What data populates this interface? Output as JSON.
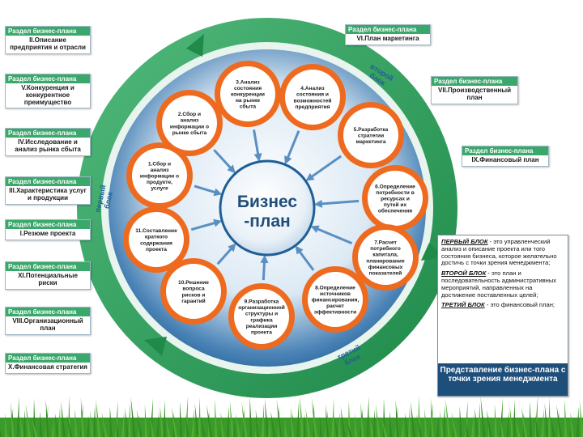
{
  "center": {
    "line1": "Бизнес",
    "line2": "-план"
  },
  "arc_labels": {
    "first": [
      "первый",
      "блок"
    ],
    "second": [
      "второй",
      "блок"
    ],
    "third": [
      "третий",
      "блок"
    ]
  },
  "steps": [
    {
      "lines": [
        "1.Сбор и",
        "анализ",
        "информации о",
        "продукте,",
        "услуге"
      ]
    },
    {
      "lines": [
        "2.Сбор и",
        "анализ",
        "информации о",
        "рынке сбыта"
      ]
    },
    {
      "lines": [
        "3.Анализ",
        "состояния",
        "конкуренции",
        "на рынке",
        "сбыта"
      ]
    },
    {
      "lines": [
        "4.Анализ",
        "состояния и",
        "возможностей",
        "предприятия"
      ]
    },
    {
      "lines": [
        "5.Разработка",
        "стратегии",
        "маркетинга"
      ]
    },
    {
      "lines": [
        "6.Определение",
        "потребности в",
        "ресурсах и",
        "путей их",
        "обеспечения"
      ]
    },
    {
      "lines": [
        "7.Расчет",
        "потребного",
        "капитала,",
        "планирование",
        "финансовых",
        "показателей"
      ]
    },
    {
      "lines": [
        "8.Определение",
        "источников",
        "финансирования,",
        "расчет",
        "эффективности"
      ]
    },
    {
      "lines": [
        "9.Разработка",
        "организационной",
        "структуры и",
        "графика",
        "реализации",
        "проекта"
      ]
    },
    {
      "lines": [
        "10.Решение",
        "вопроса",
        "рисков и",
        "гарантий"
      ]
    },
    {
      "lines": [
        "11.Составление",
        "краткого",
        "содержания",
        "проекта"
      ]
    }
  ],
  "sections": [
    {
      "header": "Раздел бизнес-плана",
      "body": "II.Описание предприятия и отрасли"
    },
    {
      "header": "Раздел бизнес-плана",
      "body": "V.Конкуренция и конкурентное преимущество"
    },
    {
      "header": "Раздел бизнес-плана",
      "body": "IV.Исследование и анализ рынка сбыта"
    },
    {
      "header": "Раздел бизнес-плана",
      "body": "III.Характеристика услуг и продукции"
    },
    {
      "header": "Раздел бизнес-плана",
      "body": "I.Резюме проекта"
    },
    {
      "header": "Раздел бизнес-плана",
      "body": "XI.Потенциальные риски"
    },
    {
      "header": "Раздел бизнес-плана",
      "body": "VIII.Организационный план"
    },
    {
      "header": "Раздел бизнес-плана",
      "body": "X.Финансовая стратегия"
    },
    {
      "header": "Раздел бизнес-плана",
      "body": "VI.План маркетинга"
    },
    {
      "header": "Раздел бизнес-плана",
      "body": "VII.Производственный план"
    },
    {
      "header": "Раздел бизнес-плана",
      "body": "IX.Финансовый план"
    }
  ],
  "notes": {
    "first_key": "ПЕРВЫЙ БЛОК",
    "first_text": " - это управленческий анализ и описание проекта или того состояния бизнеса, которое желательно достичь с точки зрения менеджмента;",
    "second_key": "ВТОРОЙ БЛОК",
    "second_text": " - это план и последовательность административных мероприятий, направленных на достижение поставленных целей;",
    "third_key": "ТРЕТИЙ БЛОК",
    "third_text": " - это финансовый план;",
    "representation": "Представление бизнес-плана с точки зрения менеджмента"
  },
  "colors": {
    "ring_green": "#2e9b5a",
    "disk_blue": "#1f5f95",
    "step_orange": "#ee6a1f",
    "header_green": "#3aa86a",
    "rep_blue": "#1e4e7a"
  }
}
